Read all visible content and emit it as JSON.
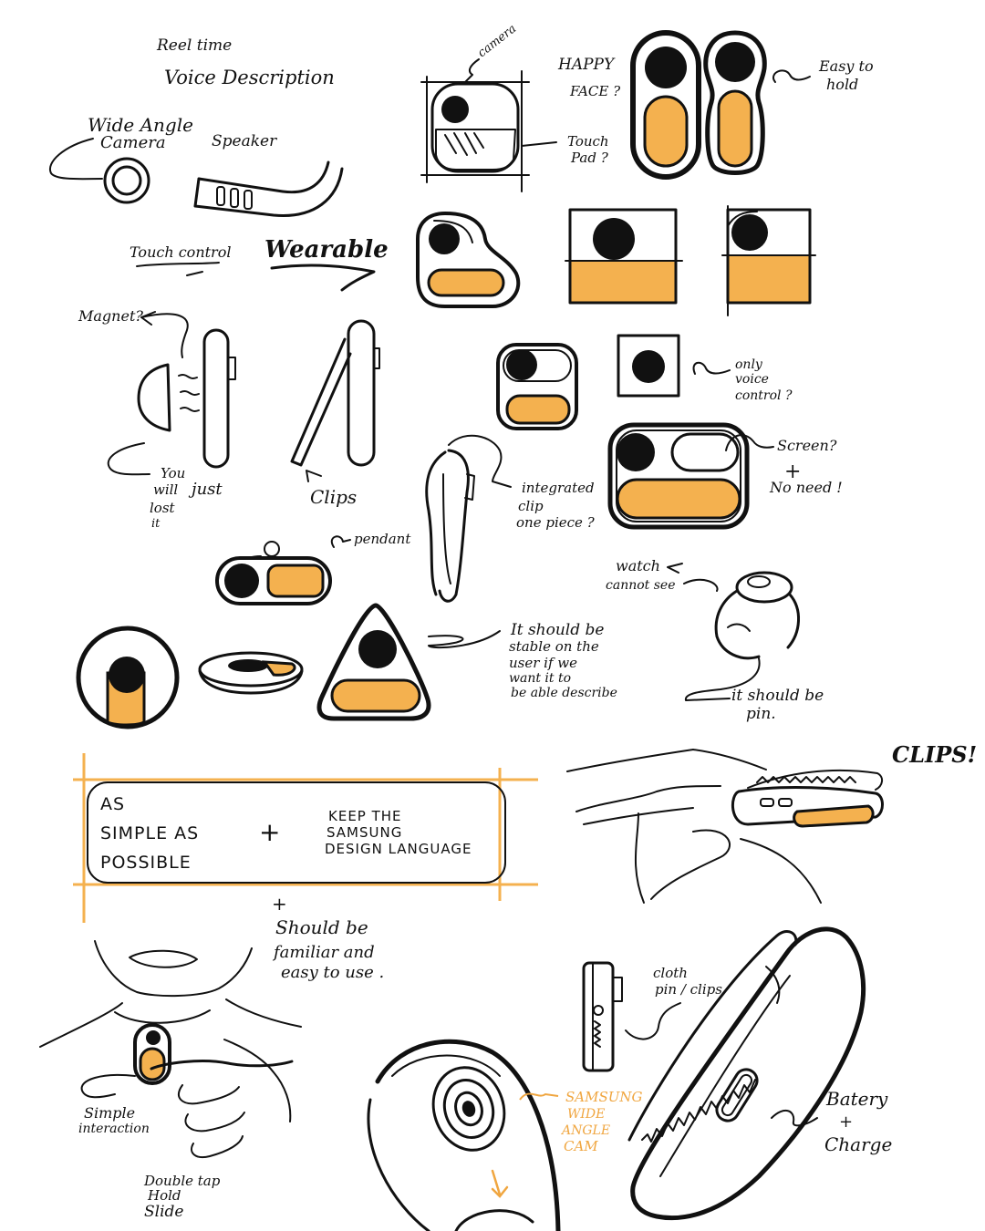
{
  "colors": {
    "ink": "#111111",
    "accent": "#f4b14f",
    "paper": "#ffffff"
  },
  "notes": {
    "real_time": "Reel time",
    "voice_description": "Voice Description",
    "wide_angle": "Wide Angle",
    "camera": "Camera",
    "speaker": "Speaker",
    "touch_control": "Touch control",
    "wearable": "Wearable",
    "cam_label": "camera",
    "happy": "HAPPY",
    "face": "FACE ?",
    "touch": "Touch",
    "pad": "Pad ?",
    "easy_to": "Easy to",
    "hold": "hold",
    "magnet": "Magnet?",
    "you": "You",
    "will": "will",
    "just": "just",
    "lost": "lost",
    "it": "it",
    "clips": "Clips",
    "pendant": "pendant",
    "integrated": "integrated",
    "clip": "clip",
    "one_piece": "one piece ?",
    "only": "only",
    "voice": "voice",
    "control": "control ?",
    "screen": "Screen?",
    "plus": "+",
    "no_need": "No need !",
    "watch": "watch",
    "cannot_see": "cannot see",
    "stable_1": "It should be",
    "stable_2": "stable on the",
    "stable_3": "user if we",
    "stable_4": "want it to",
    "stable_5": "be able describe",
    "pin_1": "it should be",
    "pin_2": "pin.",
    "clips_big": "CLIPS!",
    "box_as": "AS",
    "box_simple": "SIMPLE AS",
    "box_possible": "POSSIBLE",
    "box_plus": "+",
    "keep_1": "KEEP THE",
    "keep_2": "SAMSUNG",
    "keep_3": "DESIGN LANGUAGE",
    "familiar_plus": "+",
    "familiar_1": "Should be",
    "familiar_2": "familiar and",
    "familiar_3": "easy to use .",
    "cloth_1": "cloth",
    "cloth_2": "pin / clips",
    "simple_1": "Simple",
    "simple_2": "interaction",
    "gesture_1": "Double tap",
    "gesture_2": "Hold",
    "gesture_3": "Slide",
    "samsung_1": "SAMSUNG",
    "samsung_2": "WIDE",
    "samsung_3": "ANGLE",
    "samsung_4": "CAM",
    "battery": "Batery",
    "battery_plus": "+",
    "charge": "Charge"
  }
}
